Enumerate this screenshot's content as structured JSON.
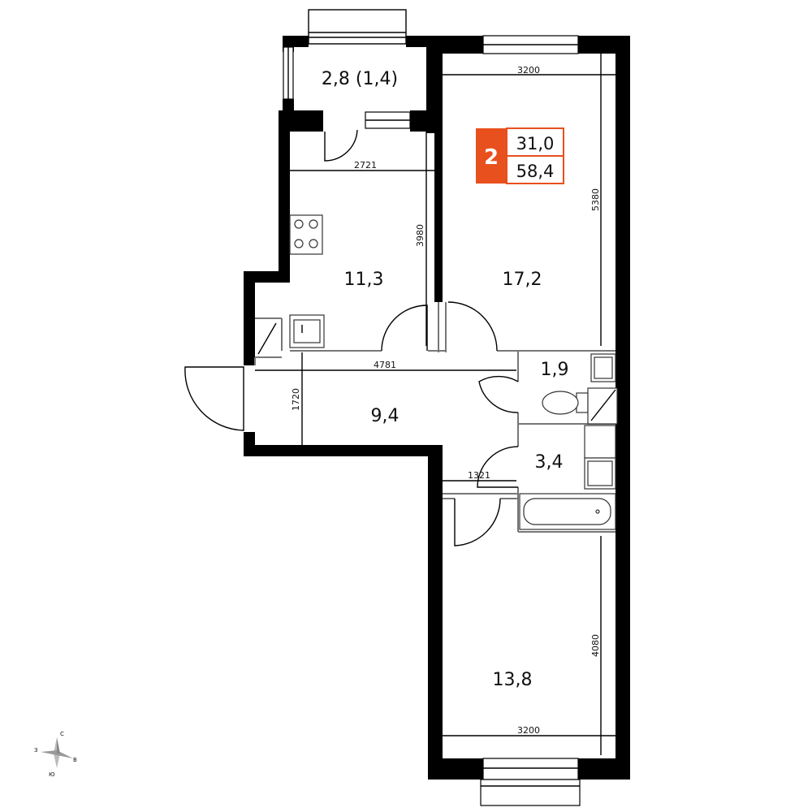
{
  "badge": {
    "rooms": "2",
    "living_area": "31,0",
    "total_area": "58,4",
    "color": "#E8501E"
  },
  "rooms": {
    "balcony": "2,8 (1,4)",
    "kitchen": "11,3",
    "living_room": "17,2",
    "hallway": "9,4",
    "toilet": "1,9",
    "bathroom": "3,4",
    "bedroom": "13,8"
  },
  "dimensions": {
    "living_width_top": "3200",
    "living_height": "5380",
    "kitchen_width": "2721",
    "kitchen_height": "3980",
    "hallway_width": "4781",
    "hallway_height": "1720",
    "corridor_width": "1321",
    "bedroom_height": "4080",
    "bedroom_width_bottom": "3200"
  },
  "compass": {
    "north": "С",
    "west": "З",
    "east": "В",
    "south": "Ю"
  }
}
